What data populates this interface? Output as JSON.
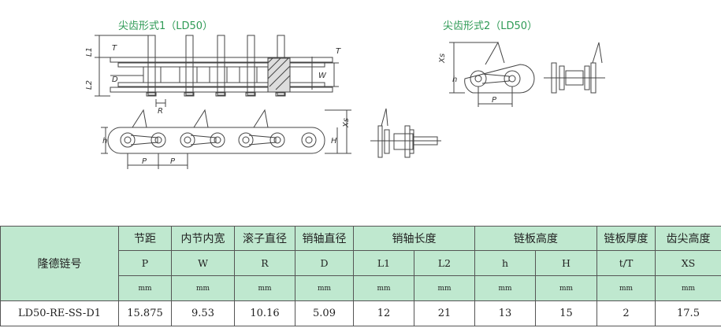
{
  "figure": {
    "title_form1": "尖齿形式1（LD50）",
    "title_form2": "尖齿形式2（LD50）",
    "dim_labels": {
      "T": "T",
      "L1": "L1",
      "L2": "L2",
      "D": "D",
      "R": "R",
      "W": "W",
      "h": "h",
      "H": "H",
      "Xs": "Xs",
      "P": "P"
    }
  },
  "table": {
    "model_header": "隆德链号",
    "groups": [
      "节距",
      "内节内宽",
      "滚子直径",
      "销轴直径",
      "销轴长度",
      "链板高度",
      "链板厚度",
      "齿尖高度"
    ],
    "symbols": [
      "P",
      "W",
      "R",
      "D",
      "L1",
      "L2",
      "h",
      "H",
      "t/T",
      "XS"
    ],
    "units": [
      "mm",
      "mm",
      "mm",
      "mm",
      "mm",
      "mm",
      "mm",
      "mm",
      "mm",
      "mm"
    ],
    "row": {
      "model": "LD50-RE-SS-D1",
      "values": [
        "15.875",
        "9.53",
        "10.16",
        "5.09",
        "12",
        "21",
        "13",
        "15",
        "2",
        "17.5"
      ]
    }
  }
}
